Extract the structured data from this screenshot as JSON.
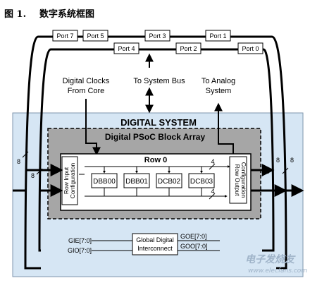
{
  "figure": {
    "number": "图 1.",
    "title": "数字系统框图"
  },
  "ports_top_row": [
    "Port 7",
    "Port 5",
    "Port 3",
    "Port 1"
  ],
  "ports_second_row": [
    "Port 4",
    "Port 2",
    "Port 0"
  ],
  "labels": {
    "digital_clocks_line1": "Digital Clocks",
    "digital_clocks_line2": "From Core",
    "system_bus": "To System Bus",
    "analog_line1": "To Analog",
    "analog_line2": "System",
    "digital_system": "DIGITAL SYSTEM",
    "psoc_array": "Digital PSoC Block Array",
    "row0": "Row 0",
    "row_input_line1": "Row Input",
    "row_input_line2": "Configuration",
    "row_output_line1": "Row Output",
    "row_output_line2": "Configuration",
    "bus_width_8": "8",
    "bus_width_4": "4",
    "gie": "GIE[7:0]",
    "gio": "GIO[7:0]",
    "goe": "GOE[7:0]",
    "goo": "GOO[7:0]",
    "global_line1": "Global Digital",
    "global_line2": "Interconnect",
    "watermark": "电子发烧友",
    "watermark_url": "www.elecfans.com"
  },
  "blocks": [
    "DBB00",
    "DBB01",
    "DCB02",
    "DCB03"
  ],
  "colors": {
    "system_fill": "#d6e6f4",
    "array_fill": "#a6a6a6",
    "row_fill": "#ffffff",
    "line": "#000000"
  }
}
